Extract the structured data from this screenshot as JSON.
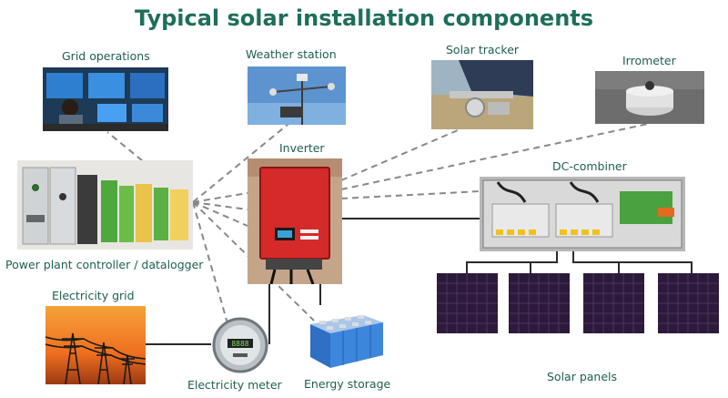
{
  "title": "Typical solar installation components",
  "components": {
    "grid_operations": "Grid operations",
    "weather_station": "Weather station",
    "solar_tracker": "Solar tracker",
    "irrometer": "Irrometer",
    "inverter": "Inverter",
    "dc_combiner": "DC-combiner",
    "controller": "Power plant controller / datalogger",
    "electricity_grid": "Electricity grid",
    "electricity_meter": "Electricity meter",
    "energy_storage": "Energy storage",
    "solar_panels": "Solar panels"
  },
  "colors": {
    "title": "#1e6f5a",
    "label": "#1d5f50",
    "dashed_line": "#888888",
    "solid_line": "#2a2a2a"
  },
  "meter_reading": "8888"
}
